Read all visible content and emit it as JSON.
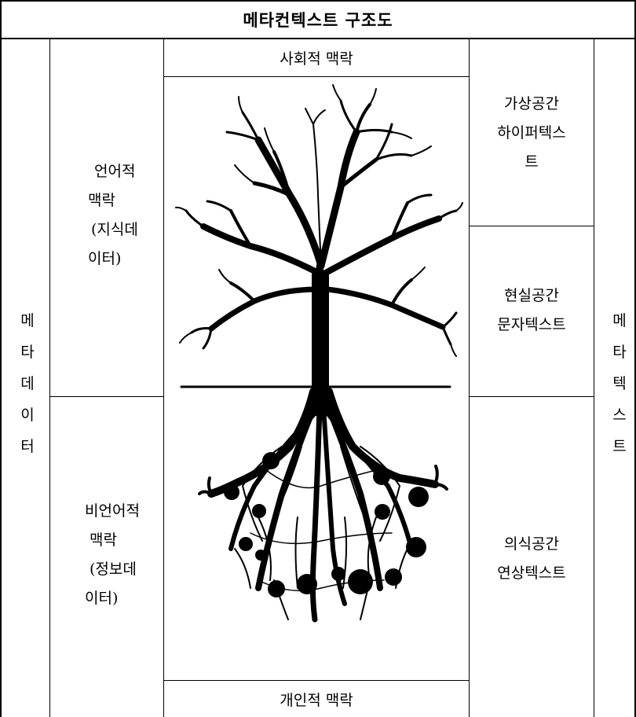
{
  "title": "메타컨텍스트 구조도",
  "left_outer": [
    "메",
    "타",
    "데",
    "이",
    "터"
  ],
  "right_outer": [
    "메",
    "타",
    "텍",
    "스",
    "트"
  ],
  "linguistic": [
    "언어적",
    "맥락",
    "(지식데",
    "이터)"
  ],
  "nonlinguistic": [
    "비언어적",
    "맥락",
    "(정보데",
    "이터)"
  ],
  "social_context": "사회적 맥락",
  "personal_context": "개인적 맥락",
  "cyberspace": [
    "가상공간",
    "하이퍼텍스",
    "트"
  ],
  "realspace": [
    "현실공간",
    "문자텍스트"
  ],
  "consciousness": [
    "의식공간",
    "연상텍스트"
  ]
}
